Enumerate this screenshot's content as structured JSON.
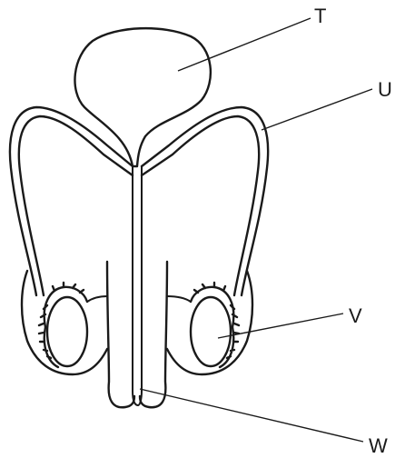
{
  "diagram": {
    "labels": {
      "t": "T",
      "u": "U",
      "v": "V",
      "w": "W"
    }
  }
}
